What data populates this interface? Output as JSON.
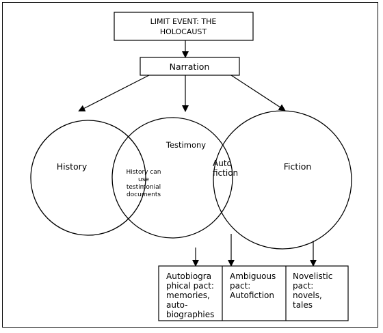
{
  "diagram": {
    "top_box": {
      "line1": "LIMIT EVENT: THE",
      "line2": "HOLOCAUST"
    },
    "narration": "Narration",
    "circles": {
      "history": "History",
      "testimony": "Testimony",
      "fiction": "Fiction"
    },
    "overlaps": {
      "history_testimony": [
        "History can",
        "use",
        "testimonial",
        "documents"
      ],
      "testimony_fiction": [
        "Auto",
        "fiction"
      ]
    },
    "bottom_boxes": [
      {
        "lines": [
          "Autobiogra",
          "phical pact:",
          "memories,",
          "auto-",
          "biographies"
        ]
      },
      {
        "lines": [
          "Ambiguous",
          "pact:",
          "Autofiction"
        ]
      },
      {
        "lines": [
          "Novelistic",
          "pact:",
          "novels,",
          "tales"
        ]
      }
    ]
  }
}
